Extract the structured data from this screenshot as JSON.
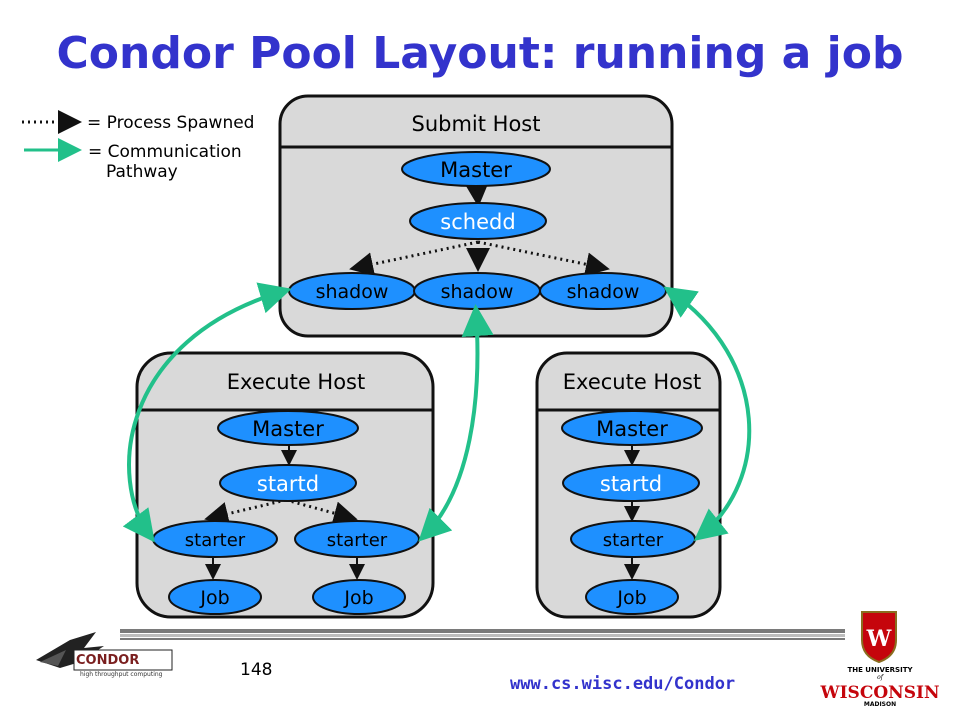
{
  "title": "Condor Pool Layout: running a job",
  "legend": {
    "spawned": "= Process Spawned",
    "comm_line1": "= Communication",
    "comm_line2": "Pathway"
  },
  "hosts": {
    "submit": {
      "title": "Submit Host",
      "master": "Master",
      "schedd": "schedd",
      "shadows": [
        "shadow",
        "shadow",
        "shadow"
      ]
    },
    "execute1": {
      "title": "Execute Host",
      "master": "Master",
      "startd": "startd",
      "starters": [
        "starter",
        "starter"
      ],
      "jobs": [
        "Job",
        "Job"
      ]
    },
    "execute2": {
      "title": "Execute Host",
      "master": "Master",
      "startd": "startd",
      "starters": [
        "starter"
      ],
      "jobs": [
        "Job"
      ]
    }
  },
  "footer": {
    "page_number": "148",
    "url": "www.cs.wisc.edu/Condor",
    "condor_logo": "CONDOR",
    "condor_tagline": "high throughput computing",
    "wisc_line1": "THE UNIVERSITY",
    "wisc_line2": "of",
    "wisc_line3": "WISCONSIN",
    "wisc_line4": "MADISON"
  },
  "colors": {
    "title": "#3333cc",
    "node_fill": "#1e90ff",
    "host_fill": "#d9d9d9",
    "communication": "#22c08a"
  }
}
